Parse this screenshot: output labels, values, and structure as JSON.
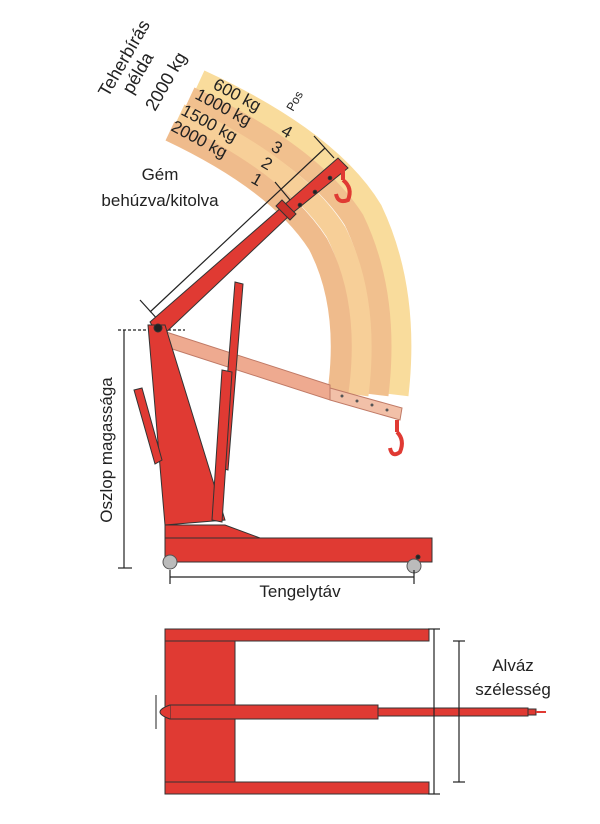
{
  "title_lines": [
    "Teherbírás",
    "példa",
    "2000 kg"
  ],
  "bands": [
    {
      "pos": "4",
      "load": "600 kg",
      "color": "#f9dc9c"
    },
    {
      "pos": "3",
      "load": "1000 kg",
      "color": "#f1c08e"
    },
    {
      "pos": "2",
      "load": "1500 kg",
      "color": "#f7cf98"
    },
    {
      "pos": "1",
      "load": "2000 kg",
      "color": "#efbb8c"
    }
  ],
  "pos_label": "Pos",
  "boom_label": [
    "Gém",
    "behúzva/kitolva"
  ],
  "mast_label": "Oszlop magassága",
  "wheelbase_label": "Tengelytáv",
  "width_label": [
    "Alváz",
    "szélesség"
  ],
  "colors": {
    "crane": "#e03a33",
    "outline": "#333333",
    "lowered_boom": "#eeaa90"
  }
}
